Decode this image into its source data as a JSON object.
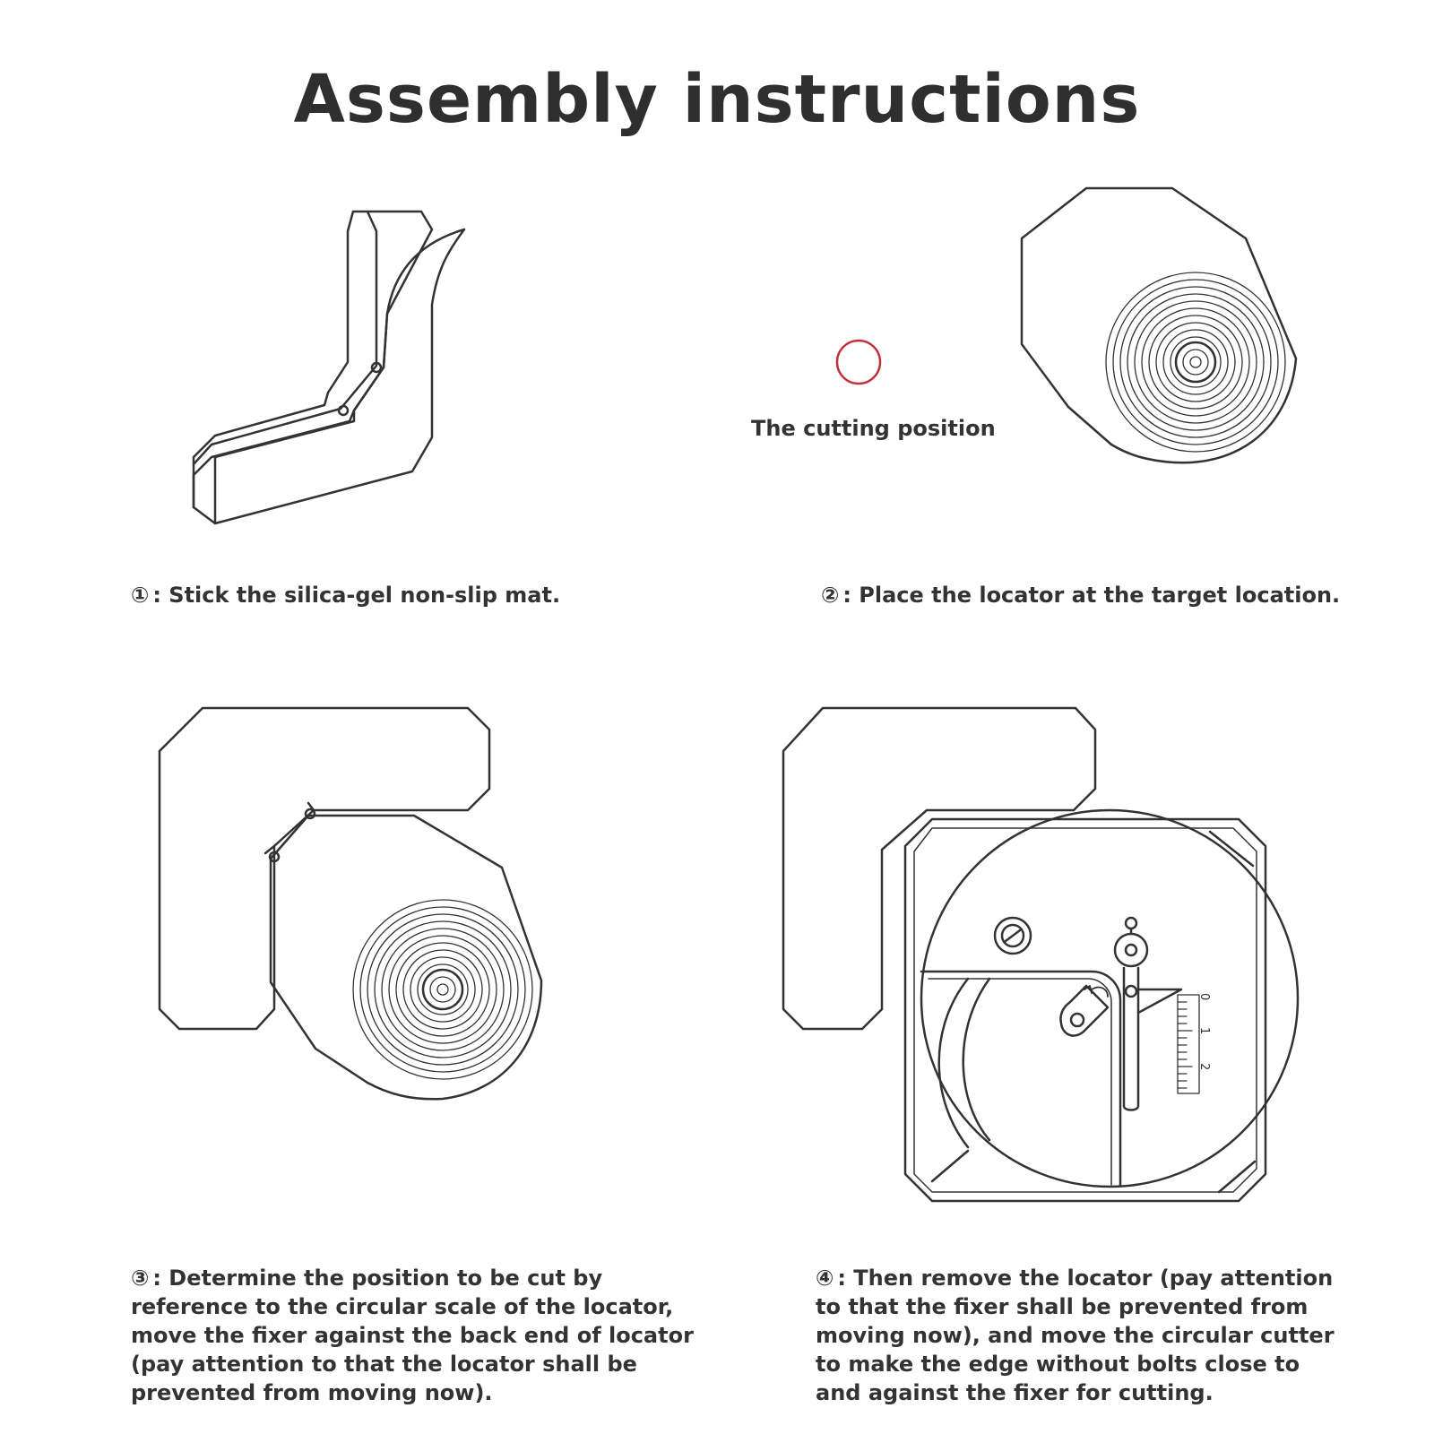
{
  "title": "Assembly instructions",
  "cutting_position_label": "The cutting position",
  "steps": [
    {
      "number": "①",
      "text": ": Stick the silica-gel non-slip mat."
    },
    {
      "number": "②",
      "text": ": Place the locator at the target location."
    },
    {
      "number": "③",
      "text": ": Determine the position to be cut by reference to the circular scale of the locator, move the fixer against the back end of locator (pay attention to that the locator shall be prevented from moving now)."
    },
    {
      "number": "④",
      "text": ": Then remove the locator (pay attention to that the fixer shall be prevented from moving now), and move the circular cutter to make the edge without bolts close to and against the fixer for cutting."
    }
  ],
  "scale_ticks": [
    "0",
    "1",
    "2"
  ],
  "colors": {
    "line": "#333333",
    "marker": "#c0303a"
  }
}
